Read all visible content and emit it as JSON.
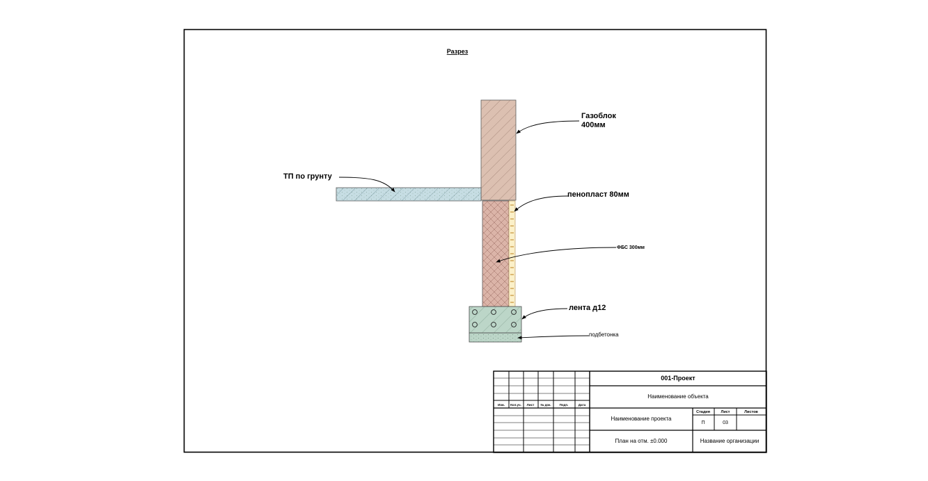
{
  "drawing": {
    "title": "Разрез",
    "labels": {
      "gazoblok_line1": "Газоблок",
      "gazoblok_line2": "400мм",
      "tp": "ТП по грунту",
      "penoplast": "пеноплаcт 80мм",
      "fbs": "ФБС 300мм",
      "lenta": "лента д12",
      "podbetonka": "подбетонка"
    },
    "colors": {
      "brick": "#dcc0b1",
      "fbs": "#dbb4a8",
      "slab": "#c6dde3",
      "footing": "#bcd6c8",
      "insulation": "#fbf0c9",
      "insulation_ticks": "#c8923a"
    }
  },
  "title_block": {
    "project_code": "001-Проект",
    "object_name": "Наименование объекта",
    "project_name": "Наименование проекта",
    "sheet_name": "План на отм. ±0.000",
    "organization": "Название организации",
    "stage_header": "Стадия",
    "sheet_header": "Лист",
    "sheets_header": "Листов",
    "stage_value": "П",
    "sheet_value": "03",
    "sheets_value": "",
    "columns": [
      "Изм.",
      "Кол.уч.",
      "Лист",
      "№ док.",
      "Подп.",
      "Дата"
    ]
  }
}
